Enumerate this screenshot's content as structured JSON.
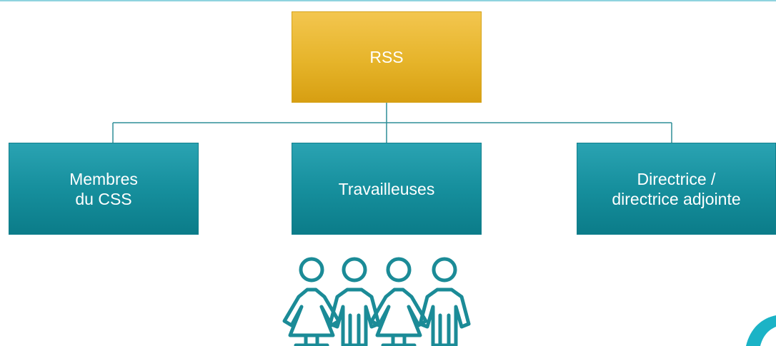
{
  "diagram": {
    "root": {
      "label": "RSS"
    },
    "children": [
      {
        "label": "Membres\ndu CSS"
      },
      {
        "label": "Travailleuses"
      },
      {
        "label": "Directrice /\ndirectrice adjointe"
      }
    ]
  },
  "icons": {
    "group": "group-of-workers-icon",
    "corner": "decorative-arc-icon"
  },
  "colors": {
    "root_fill": "#E6B42A",
    "child_fill": "#168F9D",
    "connector": "#2E8E97",
    "icon_stroke": "#1B8B97",
    "text": "#FFFFFF"
  }
}
